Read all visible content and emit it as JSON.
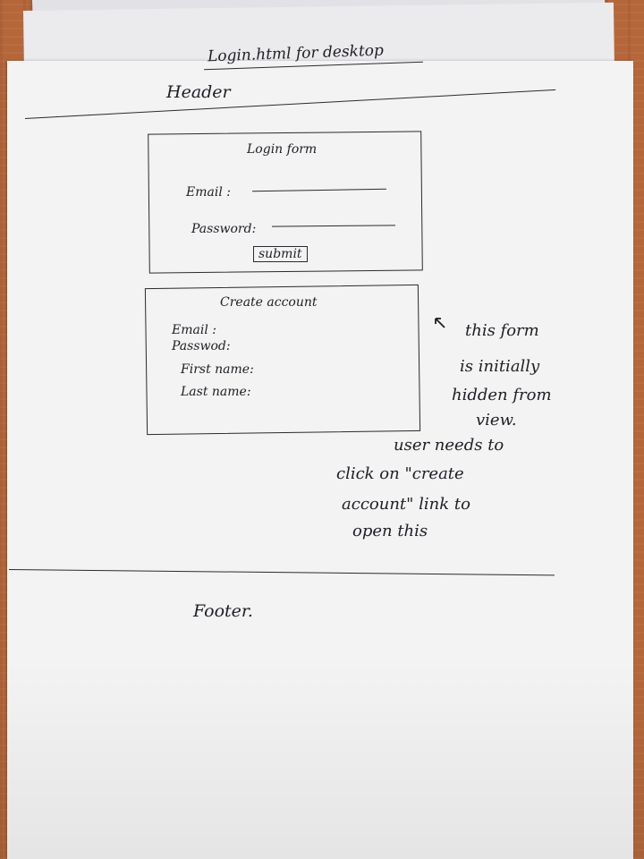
{
  "sketch": {
    "title": "Login.html for desktop",
    "header_label": "Header",
    "footer_label": "Footer."
  },
  "login_form": {
    "title": "Login form",
    "email_label": "Email :",
    "password_label": "Password:",
    "submit_label": "submit"
  },
  "create_account": {
    "title": "Create account",
    "fields": [
      "Email :",
      "Passwod:",
      "First name:",
      "Last name:"
    ]
  },
  "annotation": {
    "lines": [
      "this form",
      "is initially",
      "hidden from",
      "view.",
      "user needs to",
      "click on \"create",
      "account\" link to",
      "open this"
    ]
  }
}
